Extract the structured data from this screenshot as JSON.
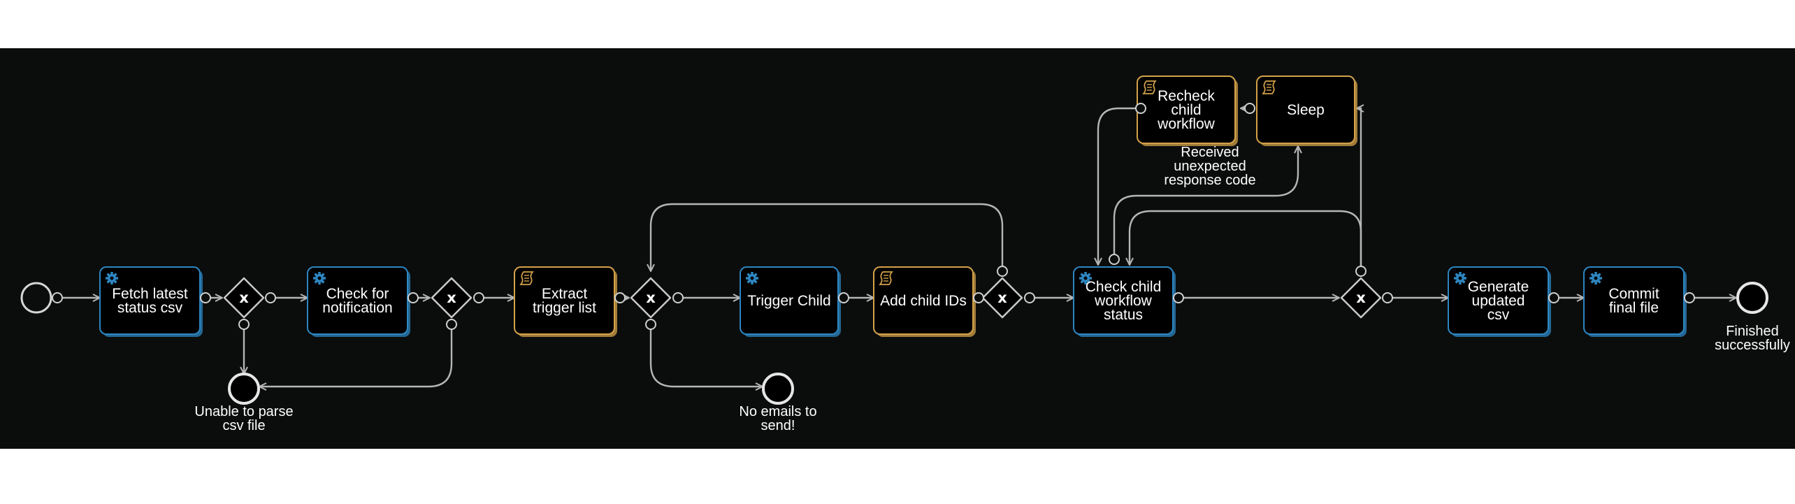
{
  "colors": {
    "background": "#0b0d0c",
    "service_task": "#2e86c1",
    "script_task": "#d4a24a",
    "flow": "#b5b5b5",
    "node_text": "#ffffff"
  },
  "start_event": {
    "icon": "start-event-circle"
  },
  "tasks": [
    {
      "id": "fetch",
      "kind": "service",
      "icon": "gear-icon",
      "lines": [
        "Fetch latest",
        "status csv"
      ]
    },
    {
      "id": "check_notification",
      "kind": "service",
      "icon": "gear-icon",
      "lines": [
        "Check for",
        "notification"
      ]
    },
    {
      "id": "extract",
      "kind": "script",
      "icon": "script-icon",
      "lines": [
        "Extract",
        "trigger list"
      ]
    },
    {
      "id": "trigger_child",
      "kind": "service",
      "icon": "gear-icon",
      "lines": [
        "Trigger Child"
      ]
    },
    {
      "id": "add_child_ids",
      "kind": "script",
      "icon": "script-icon",
      "lines": [
        "Add child IDs"
      ]
    },
    {
      "id": "check_child",
      "kind": "service",
      "icon": "gear-icon",
      "lines": [
        "Check child",
        "workflow",
        "status"
      ]
    },
    {
      "id": "recheck",
      "kind": "script",
      "icon": "script-icon",
      "lines": [
        "Recheck",
        "child",
        "workflow"
      ]
    },
    {
      "id": "sleep",
      "kind": "script",
      "icon": "script-icon",
      "lines": [
        "Sleep"
      ]
    },
    {
      "id": "generate",
      "kind": "service",
      "icon": "gear-icon",
      "lines": [
        "Generate",
        "updated",
        "csv"
      ]
    },
    {
      "id": "commit",
      "kind": "service",
      "icon": "gear-icon",
      "lines": [
        "Commit",
        "final file"
      ]
    }
  ],
  "gateways": [
    {
      "id": "gw1",
      "symbol": "x"
    },
    {
      "id": "gw2",
      "symbol": "x"
    },
    {
      "id": "gw3",
      "symbol": "x"
    },
    {
      "id": "gw4",
      "symbol": "x"
    },
    {
      "id": "gw5",
      "symbol": "x"
    }
  ],
  "end_events": [
    {
      "id": "end_parse",
      "lines": [
        "Unable to parse",
        "csv file"
      ]
    },
    {
      "id": "end_no_emails",
      "lines": [
        "No emails to",
        "send!"
      ]
    },
    {
      "id": "end_success",
      "lines": [
        "Finished",
        "successfully"
      ]
    }
  ],
  "annotations": [
    {
      "id": "received_code",
      "lines": [
        "Received",
        "unexpected",
        "response code"
      ]
    }
  ]
}
